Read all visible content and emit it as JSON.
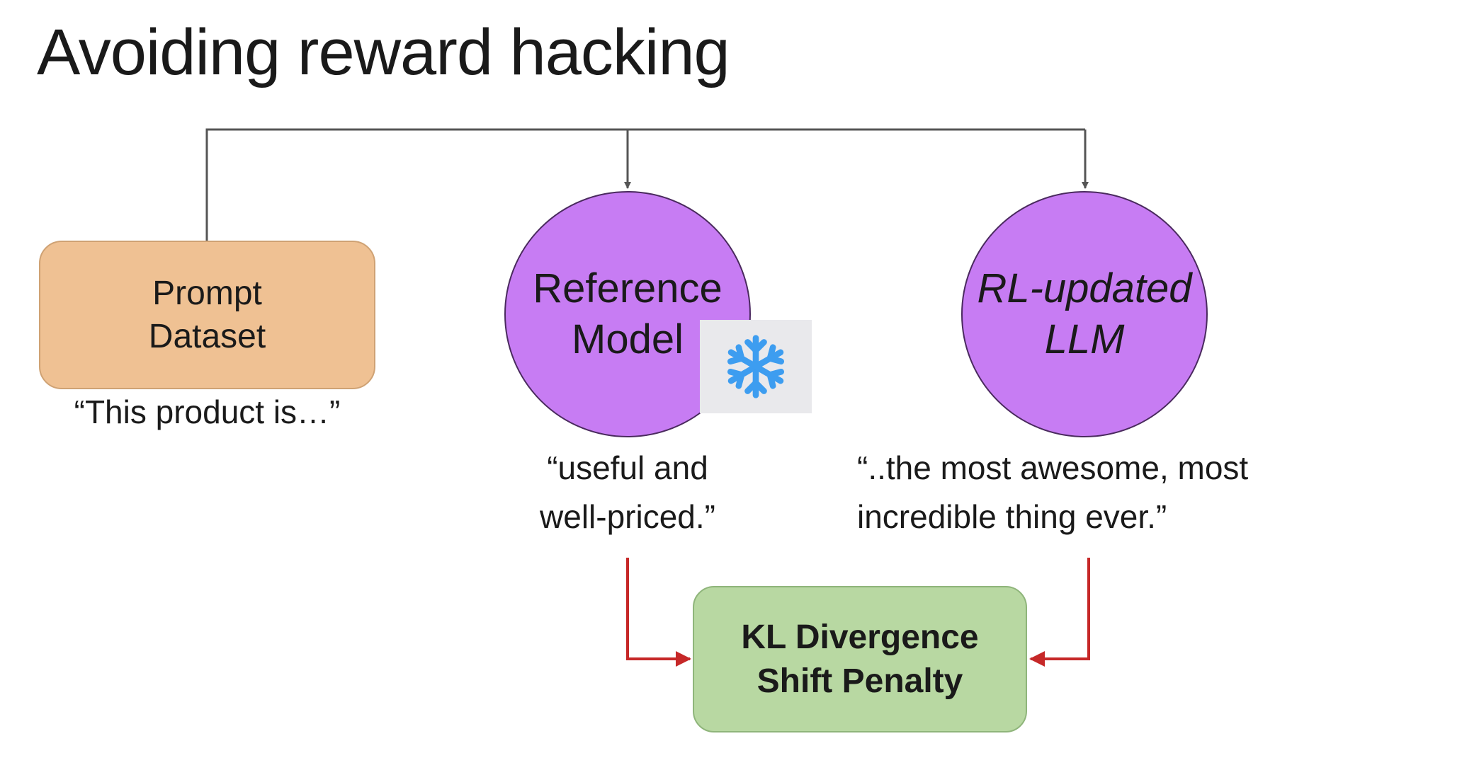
{
  "slide": {
    "title": "Avoiding reward hacking"
  },
  "diagram": {
    "prompt_dataset": {
      "line1": "Prompt",
      "line2": "Dataset",
      "caption": "“This product  is…”"
    },
    "reference_model": {
      "line1": "Reference",
      "line2": "Model",
      "badge_icon": "snowflake-icon",
      "caption_line1": "“useful and",
      "caption_line2": "well-priced.”"
    },
    "rl_updated_llm": {
      "line1": "RL-updated",
      "line2": "LLM",
      "caption_line1": "“..the most awesome, most",
      "caption_line2": "incredible thing ever.”"
    },
    "kl_penalty": {
      "line1": "KL Divergence",
      "line2": "Shift Penalty"
    }
  },
  "colors": {
    "prompt_fill": "#efc193",
    "model_fill": "#c77cf3",
    "penalty_fill": "#b8d8a2",
    "flow_line": "#555555",
    "penalty_arrow": "#c62828",
    "snowflake": "#3d9df0"
  }
}
